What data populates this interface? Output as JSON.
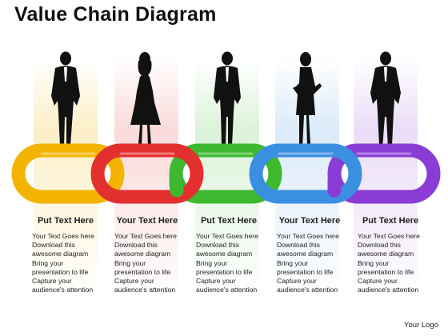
{
  "title": "Value Chain Diagram",
  "colors": {
    "yellow": "#f2b400",
    "red": "#e3302f",
    "green": "#3db82f",
    "blue": "#3b8fe0",
    "purple": "#8b3cd4"
  },
  "stages": [
    {
      "color": "yellow",
      "figure": "man-in-suit-icon",
      "heading": "Put Text Here",
      "lines": [
        "Your Text Goes here",
        "Download this",
        "awesome diagram",
        "Bring your",
        "presentation to life",
        "Capture your",
        "audience's attention"
      ]
    },
    {
      "color": "red",
      "figure": "woman-in-dress-icon",
      "heading": "Your Text Here",
      "lines": [
        "Your Text Goes here",
        "Download this",
        "awesome diagram",
        "Bring your",
        "presentation to life",
        "Capture your",
        "audience's attention"
      ]
    },
    {
      "color": "green",
      "figure": "man-in-suit-icon",
      "heading": "Put Text Here",
      "lines": [
        "Your Text Goes here",
        "Download this",
        "awesome diagram",
        "Bring your",
        "presentation to life",
        "Capture your",
        "audience's attention"
      ]
    },
    {
      "color": "blue",
      "figure": "woman-in-dress-icon",
      "heading": "Your Text Here",
      "lines": [
        "Your Text Goes here",
        "Download this",
        "awesome diagram",
        "Bring your",
        "presentation to life",
        "Capture your",
        "audience's attention"
      ]
    },
    {
      "color": "purple",
      "figure": "man-in-suit-icon",
      "heading": "Put Text Here",
      "lines": [
        "Your Text Goes here",
        "Download this",
        "awesome diagram",
        "Bring your",
        "presentation to life",
        "Capture your",
        "audience's attention"
      ]
    }
  ],
  "footer": {
    "logo_text": "Your Logo"
  }
}
